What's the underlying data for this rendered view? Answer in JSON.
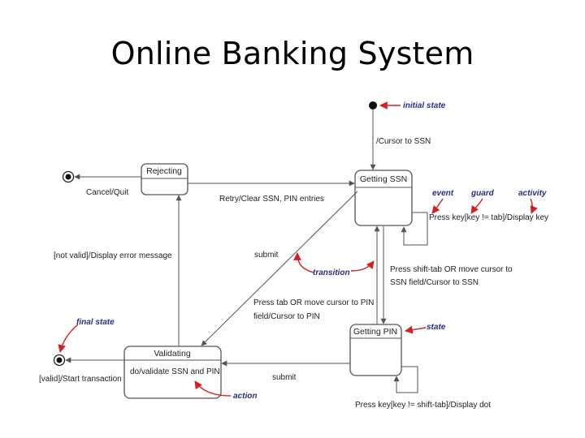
{
  "title": "Online Banking System",
  "states": {
    "rejecting": "Rejecting",
    "getting_ssn": "Getting SSN",
    "validating": "Validating",
    "getting_pin": "Getting PIN"
  },
  "state_actions": {
    "validating": "do/validate SSN and PIN"
  },
  "transitions": {
    "cursor_to_ssn": "/Cursor to SSN",
    "cancel_quit": "Cancel/Quit",
    "retry_clear": "Retry/Clear SSN, PIN entries",
    "press_key_ssn": "Press key[key != tab]/Display key",
    "not_valid": "[not valid]/Display error message",
    "submit_ssn": "submit",
    "shift_tab_line1": "Press shift-tab OR move cursor to",
    "shift_tab_line2": "SSN field/Cursor to SSN",
    "tab_line1": "Press tab OR move cursor to PIN",
    "tab_line2": "field/Cursor to PIN",
    "valid": "[valid]/Start transaction",
    "submit_pin": "submit",
    "press_key_pin": "Press key[key != shift-tab]/Display dot"
  },
  "annotations": {
    "initial_state": "initial state",
    "event": "event",
    "guard": "guard",
    "activity": "activity",
    "transition": "transition",
    "final_state": "final state",
    "state": "state",
    "action": "action"
  },
  "colors": {
    "annotation_text": "#2b2b86",
    "annotation_arrow": "#d42020",
    "line": "#555555"
  }
}
